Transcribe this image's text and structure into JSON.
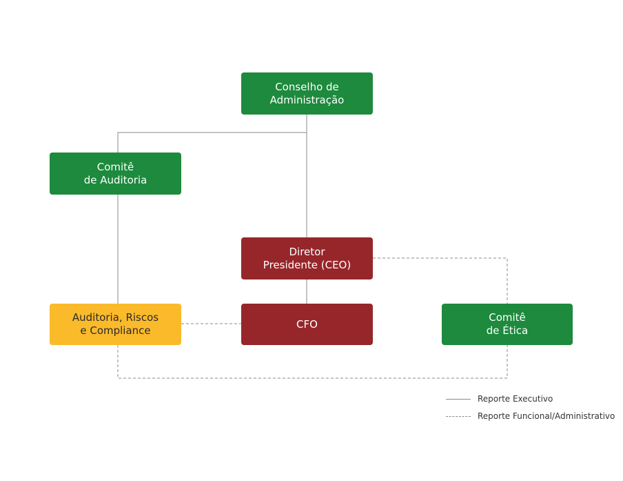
{
  "nodes": {
    "conselho": {
      "line1": "Conselho de",
      "line2": "Administração"
    },
    "comite_auditoria": {
      "line1": "Comitê",
      "line2": "de Auditoria"
    },
    "ceo": {
      "line1": "Diretor",
      "line2": "Presidente (CEO)"
    },
    "auditoria_riscos": {
      "line1": "Auditoria, Riscos",
      "line2": "e Compliance"
    },
    "cfo": {
      "line1": "CFO"
    },
    "comite_etica": {
      "line1": "Comitê",
      "line2": "de Ética"
    }
  },
  "legend": {
    "executivo": "Reporte Executivo",
    "funcional": "Reporte Funcional/Administrativo"
  },
  "colors": {
    "green": "#1d8a3d",
    "red": "#96262a",
    "yellow": "#fbba2a",
    "line": "#8a8a8a"
  }
}
